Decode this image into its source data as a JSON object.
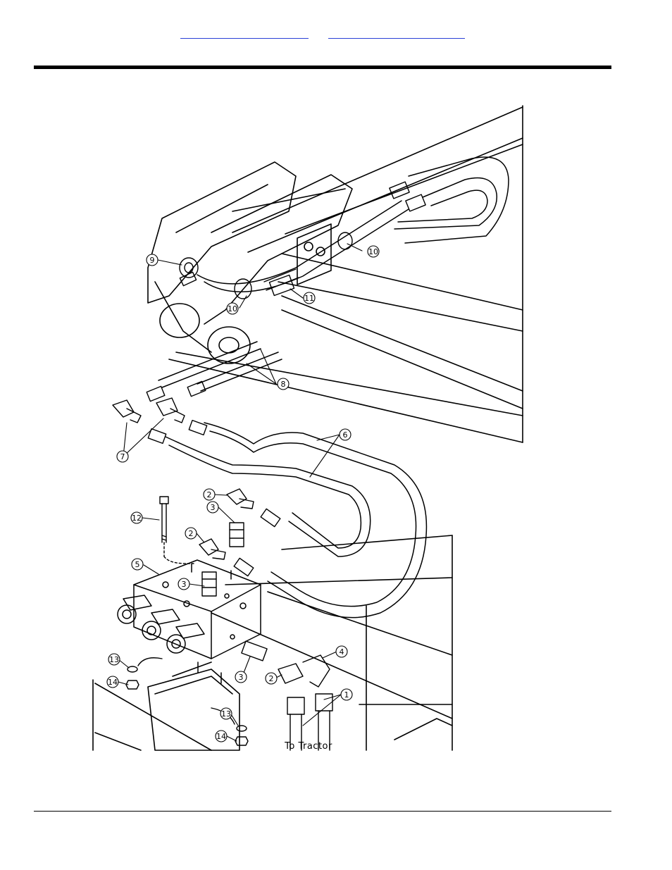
{
  "links": {
    "left": "",
    "right": ""
  },
  "callouts": {
    "c1": "1",
    "c2a": "2",
    "c2b": "2",
    "c2c": "2",
    "c3a": "3",
    "c3b": "3",
    "c3c": "3",
    "c4": "4",
    "c5": "5",
    "c6": "6",
    "c7": "7",
    "c8": "8",
    "c9": "9",
    "c10a": "10",
    "c10b": "10",
    "c11": "11",
    "c12": "12",
    "c13a": "13",
    "c13b": "13",
    "c14a": "14",
    "c14b": "14"
  },
  "tractor_label": "To Tractor"
}
